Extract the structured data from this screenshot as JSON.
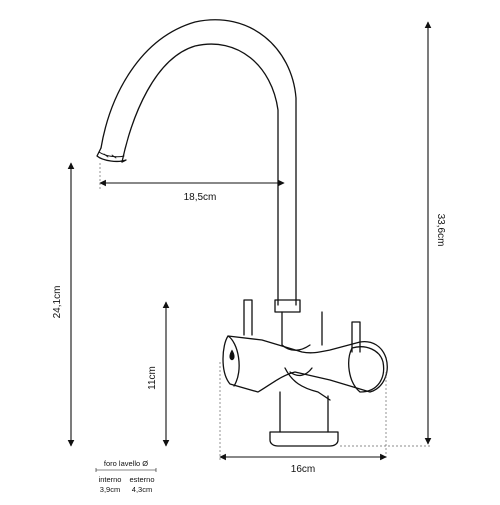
{
  "dimensions": {
    "spout_reach": "18,5cm",
    "total_height": "33,6cm",
    "spout_height": "24,1cm",
    "body_height": "11cm",
    "base_width": "16cm"
  },
  "sink_hole": {
    "title": "foro lavello Ø",
    "inner_label": "interno",
    "inner_value": "3,9cm",
    "outer_label": "esterno",
    "outer_value": "4,3cm"
  },
  "colors": {
    "line": "#111111",
    "dashed": "#666666",
    "background": "#ffffff"
  }
}
